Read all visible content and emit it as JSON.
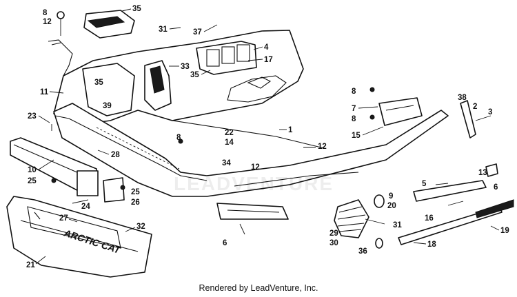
{
  "diagram": {
    "part_numbers": [
      "1",
      "2",
      "3",
      "4",
      "5",
      "6",
      "7",
      "8",
      "9",
      "10",
      "11",
      "12",
      "13",
      "14",
      "15",
      "16",
      "17",
      "18",
      "19",
      "20",
      "21",
      "22",
      "23",
      "24",
      "25",
      "26",
      "27",
      "28",
      "29",
      "30",
      "31",
      "32",
      "33",
      "34",
      "35",
      "36",
      "37",
      "38",
      "39"
    ],
    "hood_decal_text": "ARCTIC CAT",
    "watermark": "LEADVENTURE"
  },
  "footer": {
    "credit": "Rendered by LeadVenture, Inc."
  }
}
